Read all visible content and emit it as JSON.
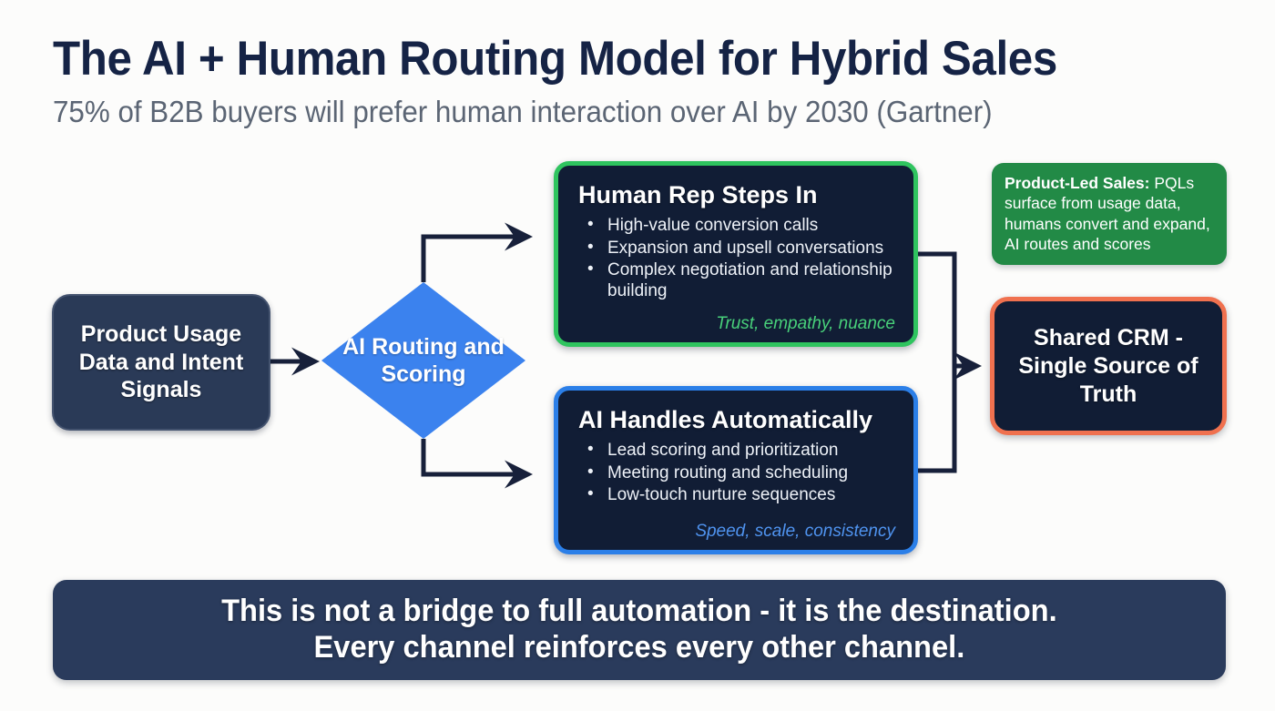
{
  "header": {
    "title": "The AI + Human Routing Model for Hybrid Sales",
    "subtitle": "75% of B2B buyers will prefer human interaction over AI by 2030 (Gartner)"
  },
  "colors": {
    "background": "#fcfcfb",
    "title_navy": "#152345",
    "subtitle_gray": "#5b6574",
    "node_navy": "#2a3a57",
    "panel_navy": "#111d35",
    "banner_navy": "#2a3b5c",
    "blue": "#3b82ee",
    "blue_border": "#2b7fe8",
    "green_border": "#2fc45f",
    "green_fill": "#228a46",
    "coral": "#f0714f",
    "connector": "#17203a"
  },
  "nodes": {
    "source": {
      "label": "Product Usage Data and Intent Signals",
      "shape": "rounded-rect"
    },
    "decision": {
      "label": "AI Routing and Scoring",
      "shape": "diamond"
    },
    "human_branch": {
      "heading": "Human Rep Steps In",
      "bullets": [
        "High-value conversion calls",
        "Expansion and upsell conversations",
        "Complex negotiation and relationship building"
      ],
      "footer": "Trust, empathy, nuance"
    },
    "ai_branch": {
      "heading": "AI Handles Automatically",
      "bullets": [
        "Lead scoring and prioritization",
        "Meeting routing and scheduling",
        "Low-touch nurture sequences"
      ],
      "footer": "Speed, scale, consistency"
    },
    "callout": {
      "lead": "Product-Led Sales:",
      "body": " PQLs surface from usage data, humans convert and expand, AI routes and scores"
    },
    "destination": {
      "label": "Shared CRM - Single Source of Truth",
      "shape": "rounded-rect"
    }
  },
  "banner": {
    "line1": "This is not a bridge to full automation - it is the destination.",
    "line2": "Every channel reinforces every other channel."
  },
  "connectors": [
    {
      "from": "source",
      "to": "decision",
      "style": "straight-arrow"
    },
    {
      "from": "decision",
      "to": "human_branch",
      "style": "elbow-up-arrow"
    },
    {
      "from": "decision",
      "to": "ai_branch",
      "style": "elbow-down-arrow"
    },
    {
      "from": "human_branch",
      "to": "destination",
      "style": "elbow-merge-arrow"
    },
    {
      "from": "ai_branch",
      "to": "destination",
      "style": "elbow-merge-arrow"
    }
  ]
}
